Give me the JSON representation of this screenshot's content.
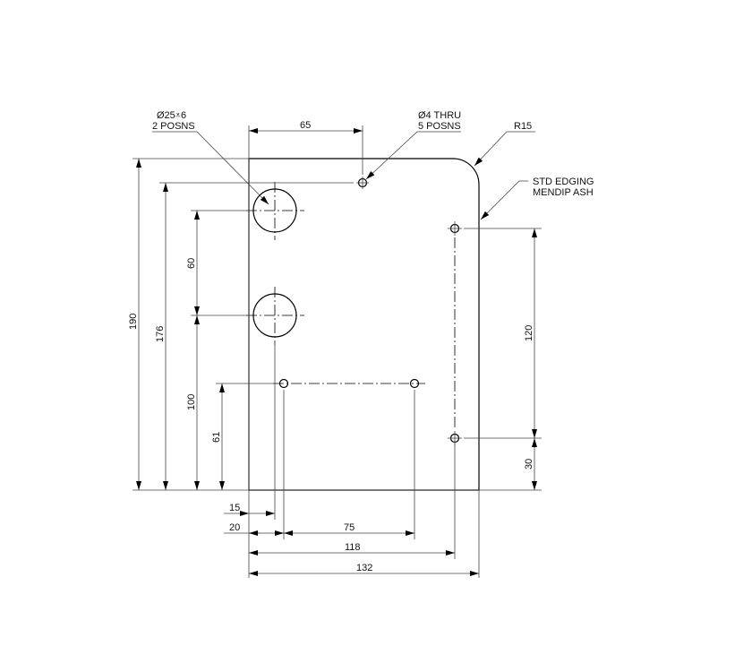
{
  "notes": {
    "counterbore_line1": "Ø25⩡6",
    "counterbore_line2": "2 POSNS",
    "thru_line1": "Ø4 THRU",
    "thru_line2": "5 POSNS",
    "radius": "R15",
    "edging_line1": "STD EDGING",
    "edging_line2": "MENDIP ASH"
  },
  "dimensions": {
    "top_65": "65",
    "v_190": "190",
    "v_176": "176",
    "v_60": "60",
    "v_100": "100",
    "v_61": "61",
    "v_120": "120",
    "v_30": "30",
    "h_15": "15",
    "h_20": "20",
    "h_75": "75",
    "h_118": "118",
    "h_132": "132"
  }
}
